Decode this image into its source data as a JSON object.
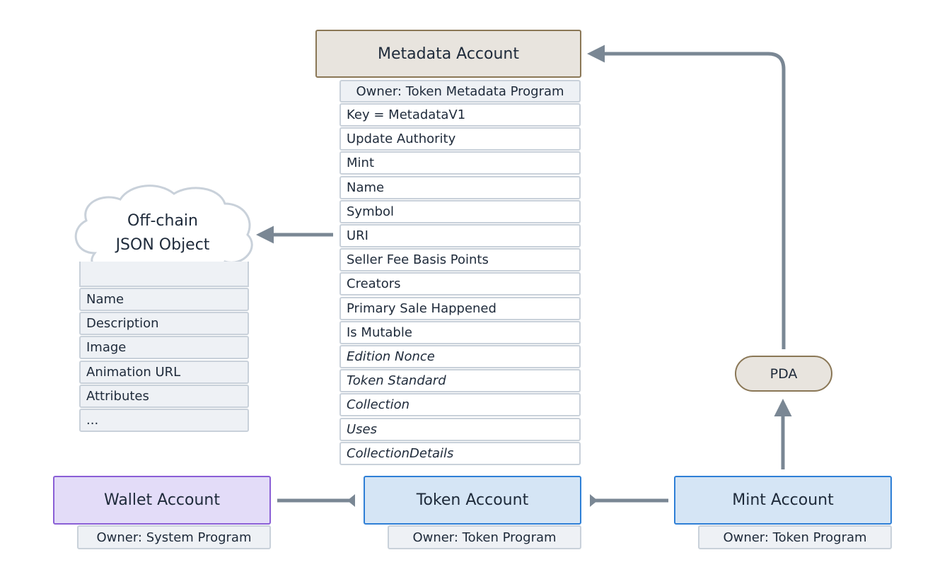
{
  "metadata_account": {
    "title": "Metadata Account",
    "owner": "Owner: Token Metadata Program",
    "fields": [
      {
        "label": "Key = MetadataV1",
        "italic": false
      },
      {
        "label": "Update Authority",
        "italic": false
      },
      {
        "label": "Mint",
        "italic": false
      },
      {
        "label": "Name",
        "italic": false
      },
      {
        "label": "Symbol",
        "italic": false
      },
      {
        "label": "URI",
        "italic": false
      },
      {
        "label": "Seller Fee Basis Points",
        "italic": false
      },
      {
        "label": "Creators",
        "italic": false
      },
      {
        "label": "Primary Sale Happened",
        "italic": false
      },
      {
        "label": "Is Mutable",
        "italic": false
      },
      {
        "label": "Edition Nonce",
        "italic": true
      },
      {
        "label": "Token Standard",
        "italic": true
      },
      {
        "label": "Collection",
        "italic": true
      },
      {
        "label": "Uses",
        "italic": true
      },
      {
        "label": "CollectionDetails",
        "italic": true
      }
    ]
  },
  "offchain_json": {
    "title_line1": "Off-chain",
    "title_line2": "JSON Object",
    "fields": [
      "Name",
      "Description",
      "Image",
      "Animation URL",
      "Attributes",
      "..."
    ]
  },
  "wallet_account": {
    "title": "Wallet Account",
    "owner": "Owner: System Program"
  },
  "token_account": {
    "title": "Token Account",
    "owner": "Owner: Token Program"
  },
  "mint_account": {
    "title": "Mint Account",
    "owner": "Owner: Token Program"
  },
  "pda": {
    "label": "PDA"
  },
  "colors": {
    "metadata_fill": "#e8e4de",
    "metadata_border": "#8a7756",
    "wallet_fill": "#e3dcf8",
    "wallet_border": "#8a5fd6",
    "token_fill": "#d5e5f5",
    "token_border": "#2e7fd6",
    "pda_fill": "#e8e4de",
    "pda_border": "#8a7756",
    "connector": "#7a8794",
    "field_border": "#c9d1da"
  }
}
